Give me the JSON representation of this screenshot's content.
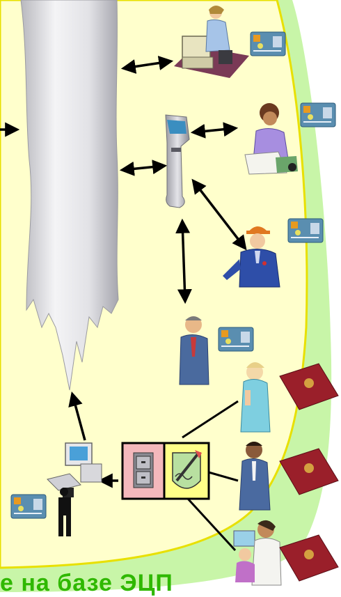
{
  "caption": "е на базе ЭЦП",
  "colors": {
    "outer_region": "#c8f5a8",
    "inner_region": "#ffffcc",
    "region_border": "#e8e000",
    "database_stream": "#d8d8dc",
    "arrow": "#000000",
    "id_card": "#5a8eb0",
    "passport": "#9a1f2a",
    "archive_box": "#f4b8bc",
    "certificate_box": "#ffff88",
    "caption": "#2fb800"
  },
  "diagram": {
    "database": "database-stream",
    "kiosk": "terminal-kiosk",
    "clerk_workstation": "clerk-at-computer",
    "operator_station": "registration-workstation",
    "archive": "filing-cabinet-icon",
    "certificate": "signature-certificate-icon",
    "holders_with_cards": [
      "woman-signing-document",
      "worker-in-hardhat",
      "man-in-suit"
    ],
    "applicants_with_passports": [
      "woman-in-coat",
      "man-applicant",
      "parents-with-child"
    ]
  }
}
